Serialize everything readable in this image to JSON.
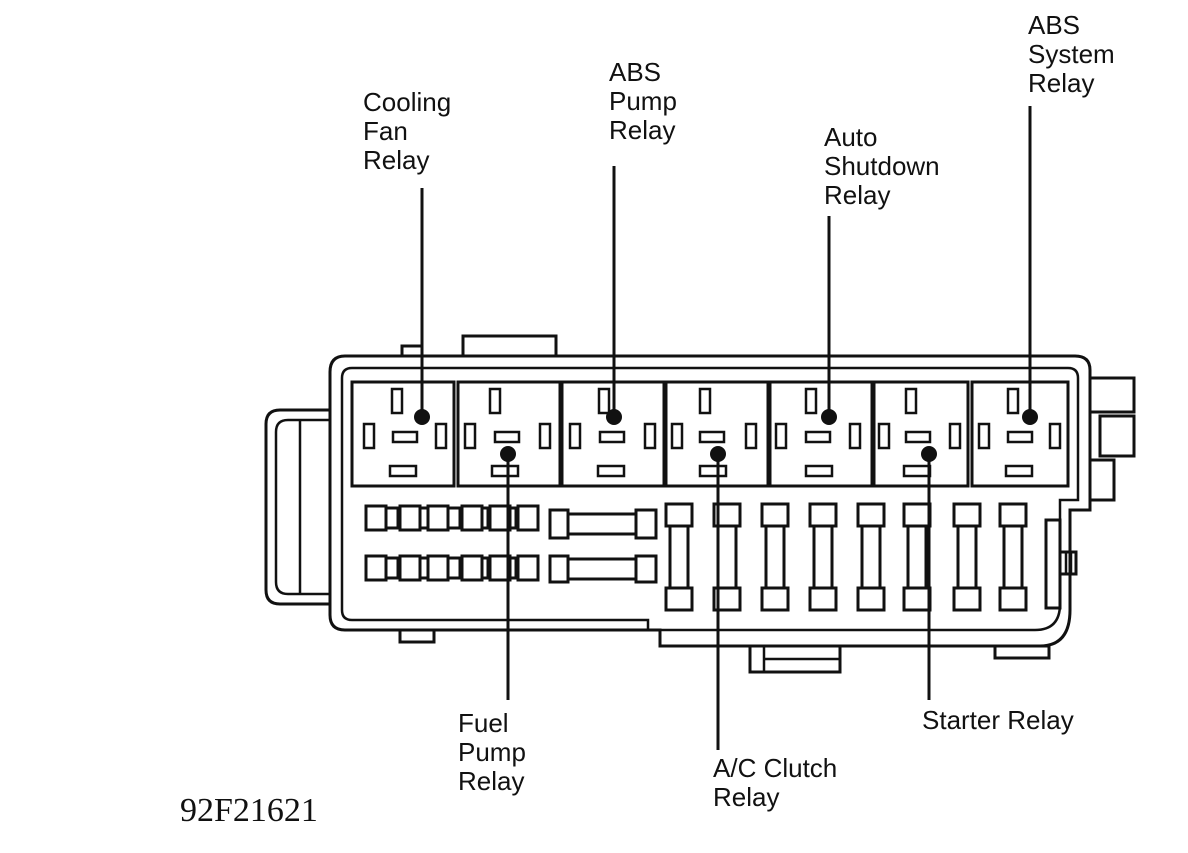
{
  "labels": {
    "cooling_fan_relay": [
      "Cooling",
      "Fan",
      "Relay"
    ],
    "abs_pump_relay": [
      "ABS",
      "Pump",
      "Relay"
    ],
    "auto_shutdown_relay": [
      "Auto",
      "Shutdown",
      "Relay"
    ],
    "abs_system_relay": [
      "ABS",
      "System",
      "Relay"
    ],
    "fuel_pump_relay": [
      "Fuel",
      "Pump",
      "Relay"
    ],
    "ac_clutch_relay": [
      "A/C Clutch",
      "Relay"
    ],
    "starter_relay": [
      "Starter Relay"
    ]
  },
  "figure_code": "92F21621"
}
